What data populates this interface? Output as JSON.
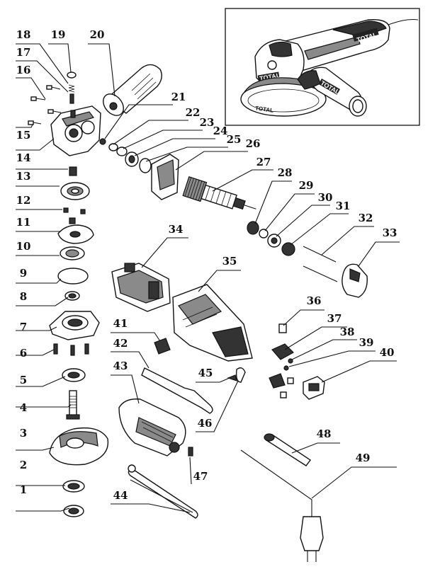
{
  "diagram": {
    "brand_marks": [
      "TOTAL",
      "TOTAL",
      "TOTAL",
      "TOTAL"
    ],
    "callouts": [
      {
        "id": "1",
        "label": "1"
      },
      {
        "id": "2",
        "label": "2"
      },
      {
        "id": "3",
        "label": "3"
      },
      {
        "id": "4",
        "label": "4"
      },
      {
        "id": "5",
        "label": "5"
      },
      {
        "id": "6",
        "label": "6"
      },
      {
        "id": "7",
        "label": "7"
      },
      {
        "id": "8",
        "label": "8"
      },
      {
        "id": "9",
        "label": "9"
      },
      {
        "id": "10",
        "label": "10"
      },
      {
        "id": "11",
        "label": "11"
      },
      {
        "id": "12",
        "label": "12"
      },
      {
        "id": "13",
        "label": "13"
      },
      {
        "id": "14",
        "label": "14"
      },
      {
        "id": "15",
        "label": "15"
      },
      {
        "id": "16",
        "label": "16"
      },
      {
        "id": "17",
        "label": "17"
      },
      {
        "id": "18",
        "label": "18"
      },
      {
        "id": "19",
        "label": "19"
      },
      {
        "id": "20",
        "label": "20"
      },
      {
        "id": "21",
        "label": "21"
      },
      {
        "id": "22",
        "label": "22"
      },
      {
        "id": "23",
        "label": "23"
      },
      {
        "id": "24",
        "label": "24"
      },
      {
        "id": "25",
        "label": "25"
      },
      {
        "id": "26",
        "label": "26"
      },
      {
        "id": "27",
        "label": "27"
      },
      {
        "id": "28",
        "label": "28"
      },
      {
        "id": "29",
        "label": "29"
      },
      {
        "id": "30",
        "label": "30"
      },
      {
        "id": "31",
        "label": "31"
      },
      {
        "id": "32",
        "label": "32"
      },
      {
        "id": "33",
        "label": "33"
      },
      {
        "id": "34",
        "label": "34"
      },
      {
        "id": "35",
        "label": "35"
      },
      {
        "id": "36",
        "label": "36"
      },
      {
        "id": "37",
        "label": "37"
      },
      {
        "id": "38",
        "label": "38"
      },
      {
        "id": "39",
        "label": "39"
      },
      {
        "id": "40",
        "label": "40"
      },
      {
        "id": "41",
        "label": "41"
      },
      {
        "id": "42",
        "label": "42"
      },
      {
        "id": "43",
        "label": "43"
      },
      {
        "id": "44",
        "label": "44"
      },
      {
        "id": "45",
        "label": "45"
      },
      {
        "id": "46",
        "label": "46"
      },
      {
        "id": "47",
        "label": "47"
      },
      {
        "id": "48",
        "label": "48"
      },
      {
        "id": "49",
        "label": "49"
      }
    ]
  }
}
